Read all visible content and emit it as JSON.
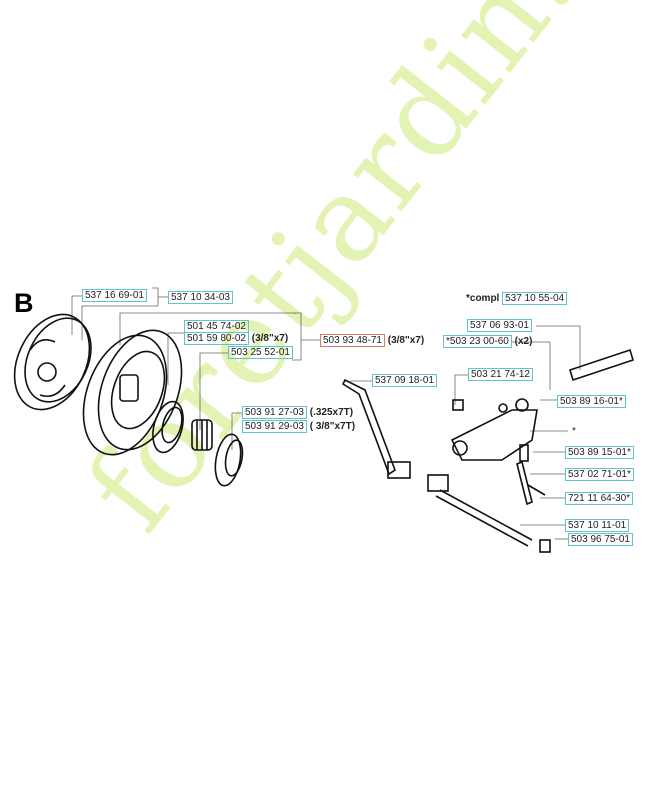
{
  "section_letter": "B",
  "watermark": "foretjardin.com",
  "labels": {
    "l1": "537 16 69-01",
    "l2": "537 10 34-03",
    "l3": "501 45 74-02",
    "l4": "501 59 80-02",
    "l4s": "(3/8\"x7)",
    "l5": "503 25 52-01",
    "l6": "503 93 48-71",
    "l6s": "(3/8\"x7)",
    "compl_prefix": "*compl",
    "l7": "537 10 55-04",
    "l8": "537 06 93-01",
    "l9": "*503 23 00-60",
    "l9s": "(x2)",
    "l10": "537 09 18-01",
    "l11": "503 21 74-12",
    "l12": "503 91 27-03",
    "l12s": "(.325x7T)",
    "l13": "503 91 29-03",
    "l13s": "( 3/8\"x7T)",
    "l14": "503 89 16-01*",
    "l15": "*",
    "l16": "503 89 15-01*",
    "l17": "537 02 71-01*",
    "l18": "721 11 64-30*",
    "l19": "537 10 11-01",
    "l20": "503 96 75-01"
  }
}
